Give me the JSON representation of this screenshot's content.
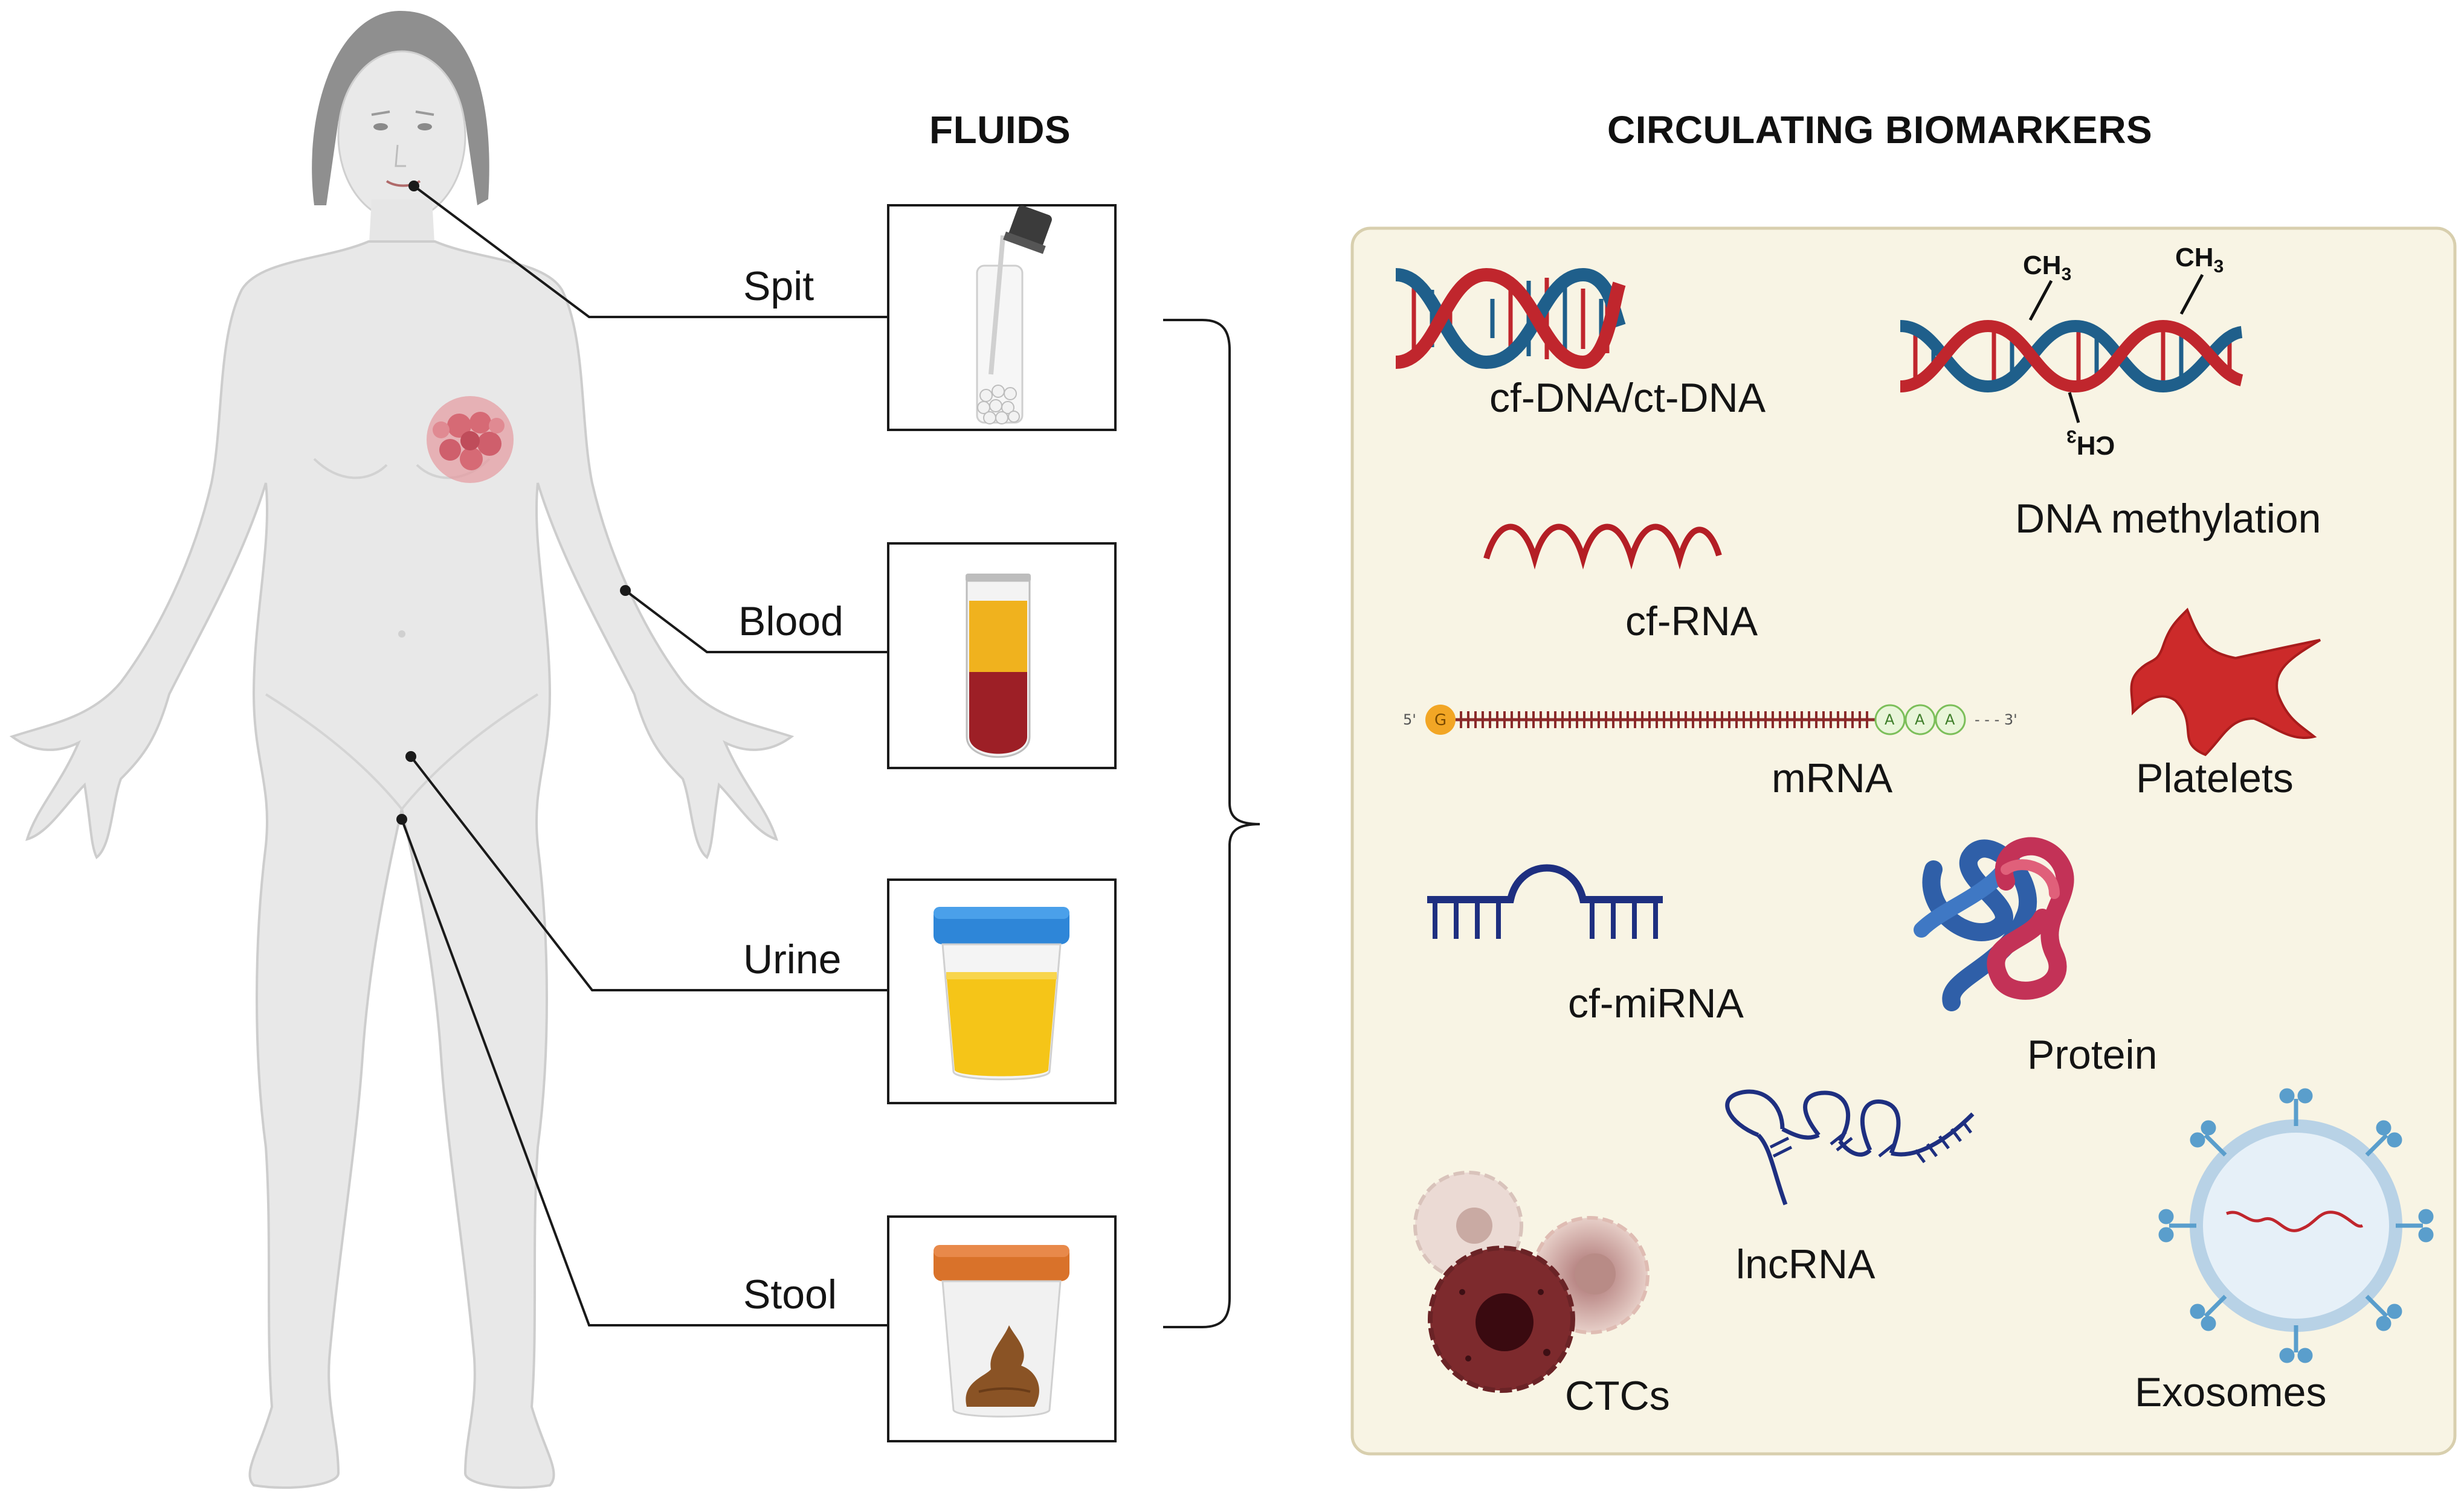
{
  "headers": {
    "fluids": "FLUIDS",
    "biomarkers": "CIRCULATING BIOMARKERS"
  },
  "fluids": [
    {
      "label": "Spit",
      "icon": "saliva-tube-icon"
    },
    {
      "label": "Blood",
      "icon": "blood-tube-icon"
    },
    {
      "label": "Urine",
      "icon": "urine-cup-icon"
    },
    {
      "label": "Stool",
      "icon": "stool-cup-icon"
    }
  ],
  "biomarkers": {
    "cfdna": "cf-DNA/ct-DNA",
    "methylation": "DNA methylation",
    "methyl_group": "CH",
    "methyl_sub": "3",
    "cfrna": "cf-RNA",
    "mrna": "mRNA",
    "mrna_cap": "G",
    "mrna_tail": "A",
    "mrna_5": "5'",
    "mrna_3": "- - - 3'",
    "platelets": "Platelets",
    "cfmirna": "cf-miRNA",
    "protein": "Protein",
    "lncrna": "lncRNA",
    "ctcs": "CTCs",
    "exosomes": "Exosomes"
  },
  "colors": {
    "panel_bg": "#f8f4e4",
    "panel_border": "#d8cfae",
    "dna_red": "#c0262d",
    "dna_blue": "#1f5f8b",
    "body": "#e7e7e7",
    "tumor": "#d9727a",
    "platelet": "#cc2a2a",
    "mirna": "#1e2f80",
    "urine": "#f5c518",
    "urine_lid": "#2e86d8",
    "stool": "#8a5325",
    "stool_lid": "#d9722a",
    "plasma": "#f0b21e",
    "blood": "#9d1f26"
  }
}
